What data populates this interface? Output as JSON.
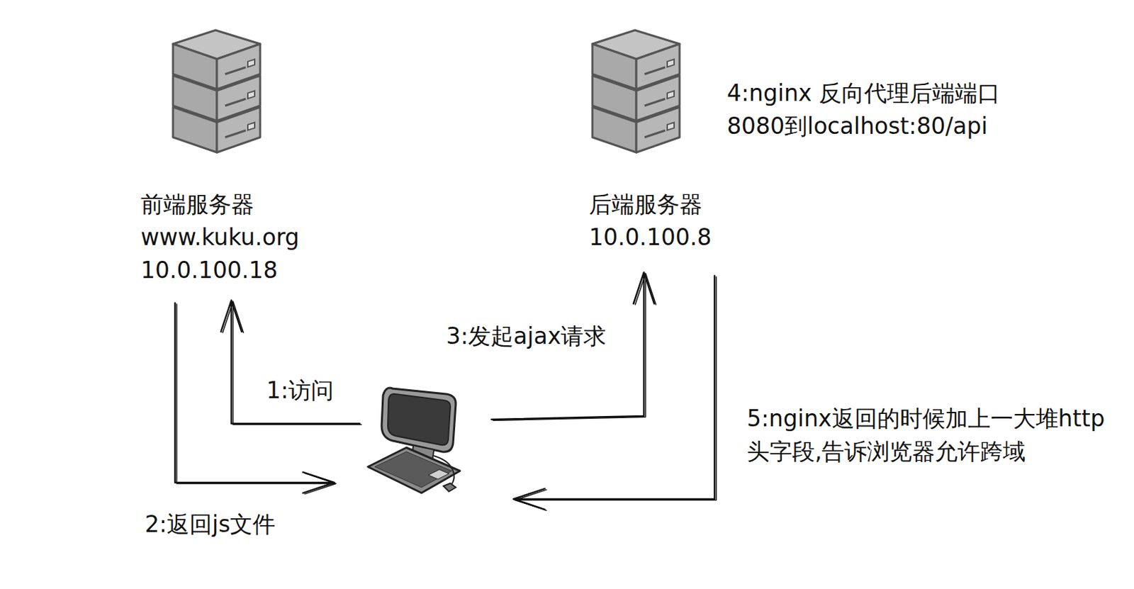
{
  "diagram": {
    "nodes": [
      {
        "text": [
          "前端服务器",
          "www.kuku.org",
          "10.0.100.18"
        ]
      },
      {
        "text": [
          "后端服务器",
          "10.0.100.8"
        ]
      },
      {
        "text": []
      }
    ],
    "edges": [
      {
        "from": 2,
        "to": 0,
        "arrow": "to",
        "label": "1:访问"
      },
      {
        "from": 0,
        "to": 2,
        "arrow": "to",
        "label": "2:返回js文件"
      },
      {
        "from": 2,
        "to": 1,
        "arrow": "to",
        "label": "3:发起ajax请求"
      },
      {
        "from": 1,
        "to": 2,
        "arrow": "to",
        "label": "5:nginx返回的时候加上一大堆http头字段,告诉浏览器允许跨域"
      }
    ],
    "labels": [
      "4:nginx 反向代理后端端口8080到localhost:80/api"
    ]
  }
}
